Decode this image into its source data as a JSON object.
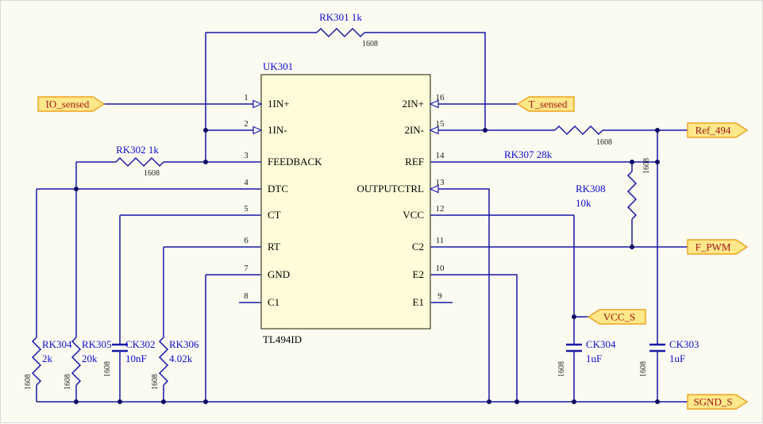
{
  "ic": {
    "refdes": "UK301",
    "part": "TL494ID",
    "pins_left": [
      {
        "n": "1",
        "name": "1IN+"
      },
      {
        "n": "2",
        "name": "1IN-"
      },
      {
        "n": "3",
        "name": "FEEDBACK"
      },
      {
        "n": "4",
        "name": "DTC"
      },
      {
        "n": "5",
        "name": "CT"
      },
      {
        "n": "6",
        "name": "RT"
      },
      {
        "n": "7",
        "name": "GND"
      },
      {
        "n": "8",
        "name": "C1"
      }
    ],
    "pins_right": [
      {
        "n": "16",
        "name": "2IN+"
      },
      {
        "n": "15",
        "name": "2IN-"
      },
      {
        "n": "14",
        "name": "REF"
      },
      {
        "n": "13",
        "name": "OUTPUTCTRL"
      },
      {
        "n": "12",
        "name": "VCC"
      },
      {
        "n": "11",
        "name": "C2"
      },
      {
        "n": "10",
        "name": "E2"
      },
      {
        "n": "9",
        "name": "E1"
      }
    ]
  },
  "components": {
    "rk301": {
      "label": "RK301 1k",
      "fp": "1608"
    },
    "rk302": {
      "label": "RK302 1k",
      "fp": "1608"
    },
    "rk304": {
      "ref": "RK304",
      "val": "2k",
      "fp": "1608"
    },
    "rk305": {
      "ref": "RK305",
      "val": "20k",
      "fp": "1608"
    },
    "ck302": {
      "ref": "CK302",
      "val": "10nF",
      "fp": "1608"
    },
    "rk306": {
      "ref": "RK306",
      "val": "4.02k",
      "fp": "1608"
    },
    "rk307": {
      "label": "RK307 28k",
      "fp": "1608"
    },
    "rk308": {
      "ref": "RK308",
      "val": "10k",
      "fp": "1608"
    },
    "ck304": {
      "ref": "CK304",
      "val": "1uF",
      "fp": "1608"
    },
    "ck303": {
      "ref": "CK303",
      "val": "1uF",
      "fp": "1608"
    }
  },
  "ports": {
    "io_sensed": "IO_sensed",
    "t_sensed": "T_sensed",
    "ref_494": "Ref_494",
    "f_pwm": "F_PWM",
    "vcc_s": "VCC_S",
    "sgnd_s": "SGND_S"
  },
  "colors": {
    "wire": "#1818a8",
    "label_blue": "#0b0bd0",
    "ic_fill": "#fffcd9",
    "port_fill": "#ffe88a",
    "port_border": "#eda11c",
    "port_text": "#a01414",
    "background": "#fbfbf2"
  }
}
